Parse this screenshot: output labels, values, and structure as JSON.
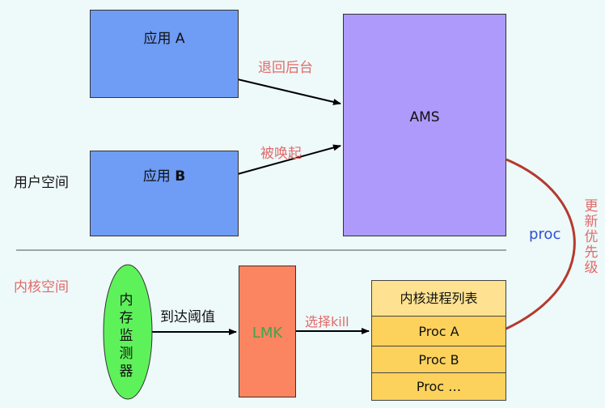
{
  "regions": {
    "user_space": "用户空间",
    "kernel_space": "内核空间"
  },
  "app_a": {
    "prefix": "应用 ",
    "suffix": "A"
  },
  "app_b": {
    "prefix": "应用 ",
    "suffix": "B"
  },
  "ams": "AMS",
  "arrows": {
    "back_to_background": "退回后台",
    "awakened": "被唤起",
    "reach_threshold": "到达阈值",
    "select_kill": "选择kill",
    "proc": "proc",
    "update_priority": [
      "更",
      "新",
      "优",
      "先",
      "级"
    ]
  },
  "memory_monitor": [
    "内",
    "存",
    "监",
    "测",
    "器"
  ],
  "lmk": "LMK",
  "kernel_process_list": {
    "title": "内核进程列表",
    "rows": [
      "Proc A",
      "Proc B",
      "Proc …"
    ]
  },
  "colors": {
    "background": "#eef9f9",
    "app_box": "#6f9cf4",
    "ams_box": "#ad9afa",
    "lmk_box": "#fb8560",
    "monitor": "#5ef25a",
    "table_row": "#fcd25c",
    "label_red": "#e26a6a",
    "curve": "#b43a2e",
    "proc_blue": "#2a50d8"
  }
}
